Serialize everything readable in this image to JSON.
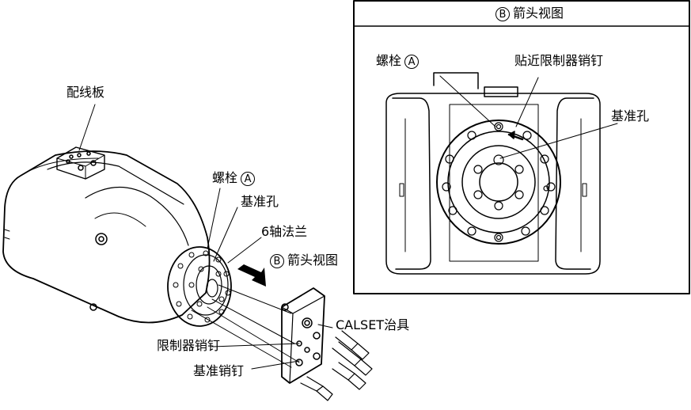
{
  "inset": {
    "title_mark": "B",
    "title": "箭头视图",
    "bolt": "螺栓",
    "bolt_mark": "A",
    "near_pin": "贴近限制器销钉",
    "ref_hole": "基准孔"
  },
  "main": {
    "wiring_board": "配线板",
    "bolt": "螺栓",
    "bolt_mark": "A",
    "ref_hole": "基准孔",
    "flange": "6轴法兰",
    "arrow_mark": "B",
    "arrow_view": "箭头视图",
    "calset": "CALSET治具",
    "limiter_pin": "限制器销钉",
    "ref_pin": "基准销钉"
  }
}
